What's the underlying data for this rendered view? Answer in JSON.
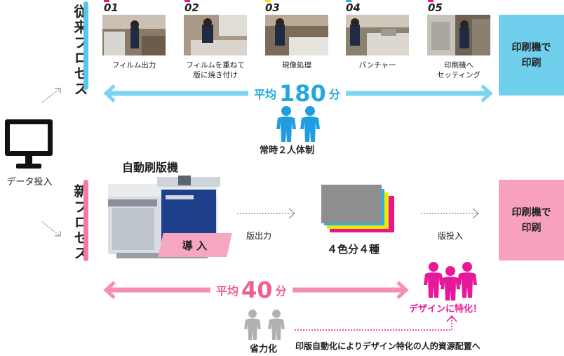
{
  "data_input": {
    "label": "データ投入"
  },
  "old_process": {
    "title": "従来プロセス",
    "steps": [
      {
        "num": "01",
        "label": "フィルム出力"
      },
      {
        "num": "02",
        "label": "フィルムを重ねて\n版に焼き付け"
      },
      {
        "num": "03",
        "label": "現像処理"
      },
      {
        "num": "04",
        "label": "パンチャー"
      },
      {
        "num": "05",
        "label": "印刷機へ\nセッティング"
      }
    ],
    "end_box": "印刷機で\n印刷",
    "avg_prefix": "平均",
    "avg_value": "180",
    "avg_unit": "分",
    "staff_note": "常時２人体制"
  },
  "new_process": {
    "title": "新プロセス",
    "machine_title": "自動刷版機",
    "machine_badge": "導 入",
    "step_out": "版出力",
    "plates_label": "４色分４種",
    "step_in": "版投入",
    "end_box": "印刷機で\n印刷",
    "avg_prefix": "平均",
    "avg_value": "40",
    "avg_unit": "分",
    "saving_label": "省力化",
    "special_label": "デザインに特化！",
    "reallocation_note": "印版自動化によりデザイン特化の人的資源配置へ"
  },
  "colors": {
    "old_accent": "#59c6ec",
    "old_box": "#6fcfec",
    "new_accent": "#f47aa5",
    "new_box": "#f7a0bf",
    "person_blue": "#1f9de0",
    "person_magenta": "#e8179a",
    "person_gray": "#b0b0b0",
    "plate_colors": [
      "#e8158c",
      "#f6e600",
      "#23b5e6",
      "#8e8e8e"
    ]
  }
}
